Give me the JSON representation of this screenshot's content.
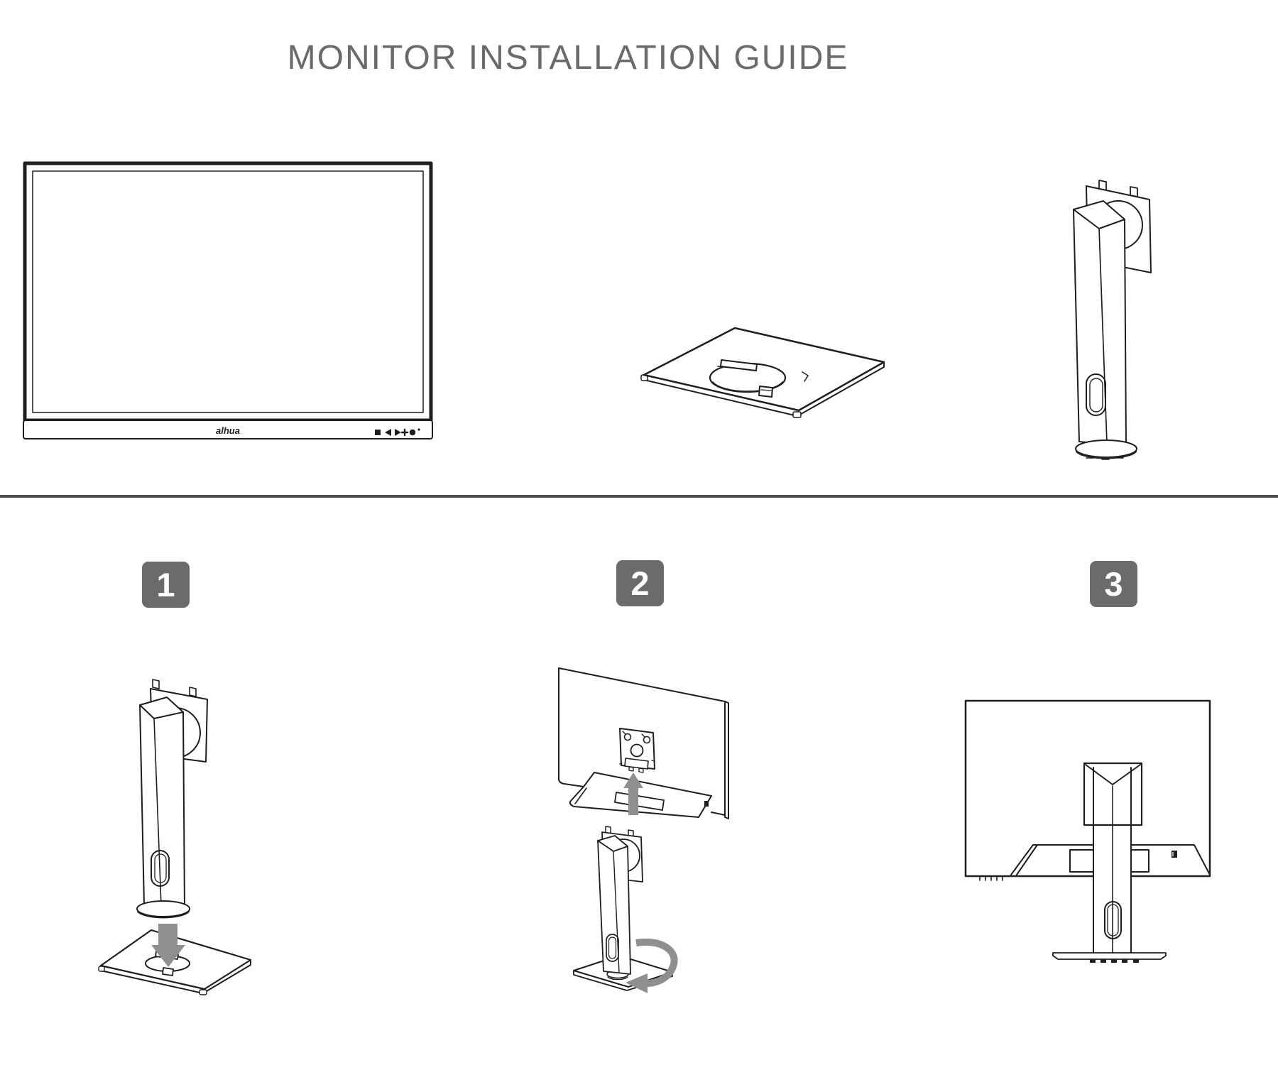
{
  "title": "MONITOR INSTALLATION GUIDE",
  "monitor": {
    "brand_logo": "alhua"
  },
  "steps": [
    {
      "number": "1"
    },
    {
      "number": "2"
    },
    {
      "number": "3"
    }
  ],
  "figures": {
    "monitor_front": "monitor-front-view",
    "base_plate": "stand-base-plate",
    "stand": "stand-column-with-vesa-plate",
    "step1": "lower-stand-into-base",
    "step2": "insert-stand-into-monitor-back-and-rotate",
    "step3": "assembled-monitor-rear-view"
  },
  "theme": {
    "background": "#ffffff",
    "line_color": "#1e1e1e",
    "title_color": "#6a6a6a",
    "badge_bg": "#6b6b6b",
    "badge_text": "#ffffff",
    "arrow_color": "#8f8f8f",
    "divider_color": "#4f4f4f"
  }
}
